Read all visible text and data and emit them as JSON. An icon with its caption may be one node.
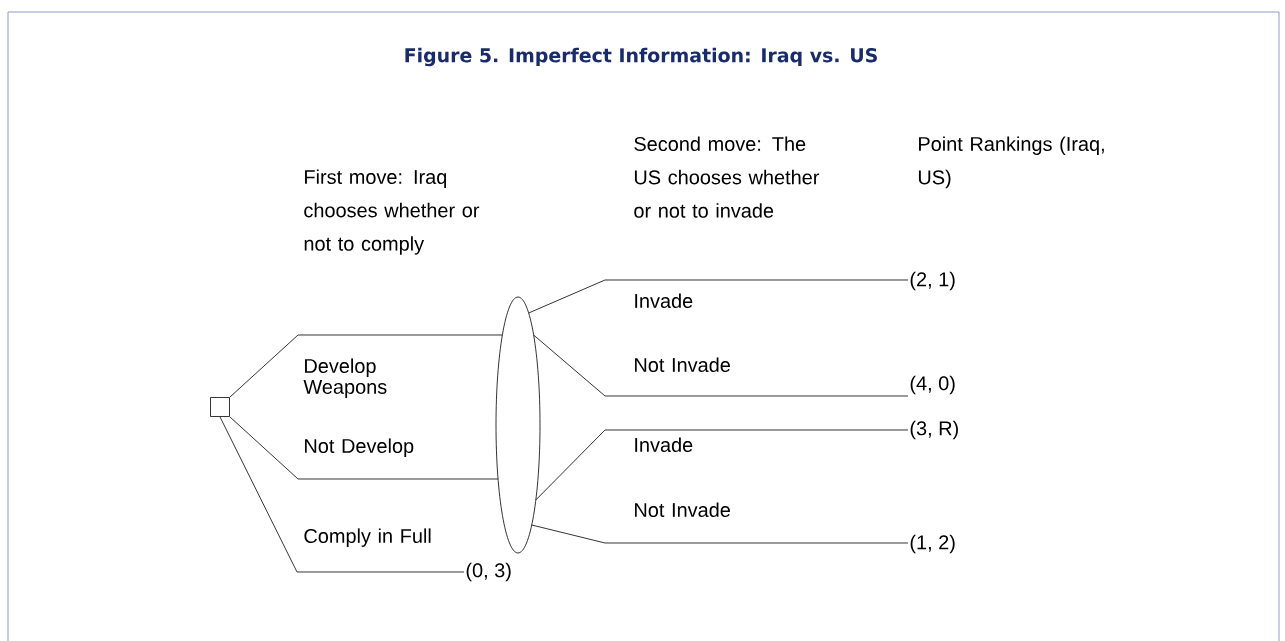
{
  "diagram": {
    "title": "Figure 5. Imperfect Information: Iraq vs. US",
    "nodes": [
      {
        "text": [],
        "shape": "box"
      },
      {
        "text": [],
        "shape": "ellipse"
      },
      {
        "text": [
          "(2, 1)"
        ]
      },
      {
        "text": [
          "(4, 0)"
        ]
      },
      {
        "text": [
          "(3, R)"
        ]
      },
      {
        "text": [
          "(1, 2)"
        ]
      },
      {
        "text": [
          "(0, 3)"
        ]
      }
    ],
    "edges": [
      {
        "from": 0,
        "to": 1,
        "arrow": "none",
        "label": "Develop Weapons"
      },
      {
        "from": 0,
        "to": 1,
        "arrow": "none",
        "label": "Not Develop"
      },
      {
        "from": 0,
        "to": 6,
        "arrow": "none",
        "label": "Comply in Full"
      },
      {
        "from": 1,
        "to": 2,
        "arrow": "none",
        "label": "Invade"
      },
      {
        "from": 1,
        "to": 3,
        "arrow": "none",
        "label": "Not Invade"
      },
      {
        "from": 1,
        "to": 4,
        "arrow": "none",
        "label": "Invade"
      },
      {
        "from": 1,
        "to": 5,
        "arrow": "none",
        "label": "Not Invade"
      }
    ],
    "labels": [
      "First move: Iraq chooses whether or not to comply",
      "Second move: The US chooses whether or not to invade",
      "Point Rankings (Iraq, US)"
    ]
  }
}
